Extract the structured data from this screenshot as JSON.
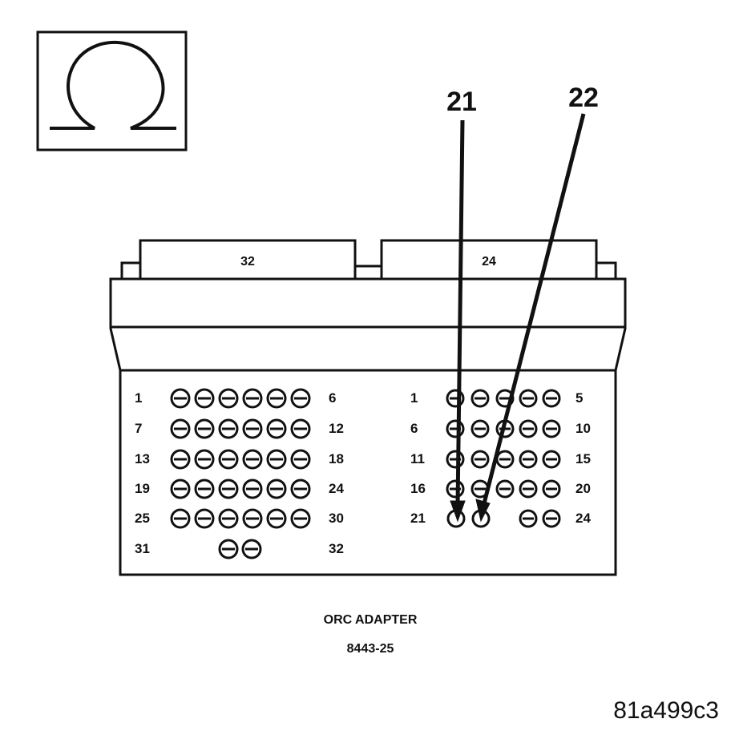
{
  "symbol": {
    "glyph": "Ω",
    "icon": "ohm-icon"
  },
  "callouts": [
    {
      "label": "21",
      "target_pin": 21
    },
    {
      "label": "22",
      "target_pin": 22
    }
  ],
  "connector_32": {
    "tab_label": "32",
    "rows": [
      {
        "left": "1",
        "right": "6",
        "pins": 6
      },
      {
        "left": "7",
        "right": "12",
        "pins": 6
      },
      {
        "left": "13",
        "right": "18",
        "pins": 6
      },
      {
        "left": "19",
        "right": "24",
        "pins": 6
      },
      {
        "left": "25",
        "right": "30",
        "pins": 6
      },
      {
        "left": "31",
        "right": "32",
        "pins": 2
      }
    ]
  },
  "connector_24": {
    "tab_label": "24",
    "rows": [
      {
        "left": "1",
        "right": "5"
      },
      {
        "left": "6",
        "right": "10"
      },
      {
        "left": "11",
        "right": "15"
      },
      {
        "left": "16",
        "right": "20"
      },
      {
        "left": "21",
        "right": "24"
      }
    ]
  },
  "caption": {
    "line1": "ORC ADAPTER",
    "line2": "8443-25"
  },
  "figure_id": "81a499c3",
  "colors": {
    "ink": "#111111",
    "paper": "#ffffff"
  }
}
